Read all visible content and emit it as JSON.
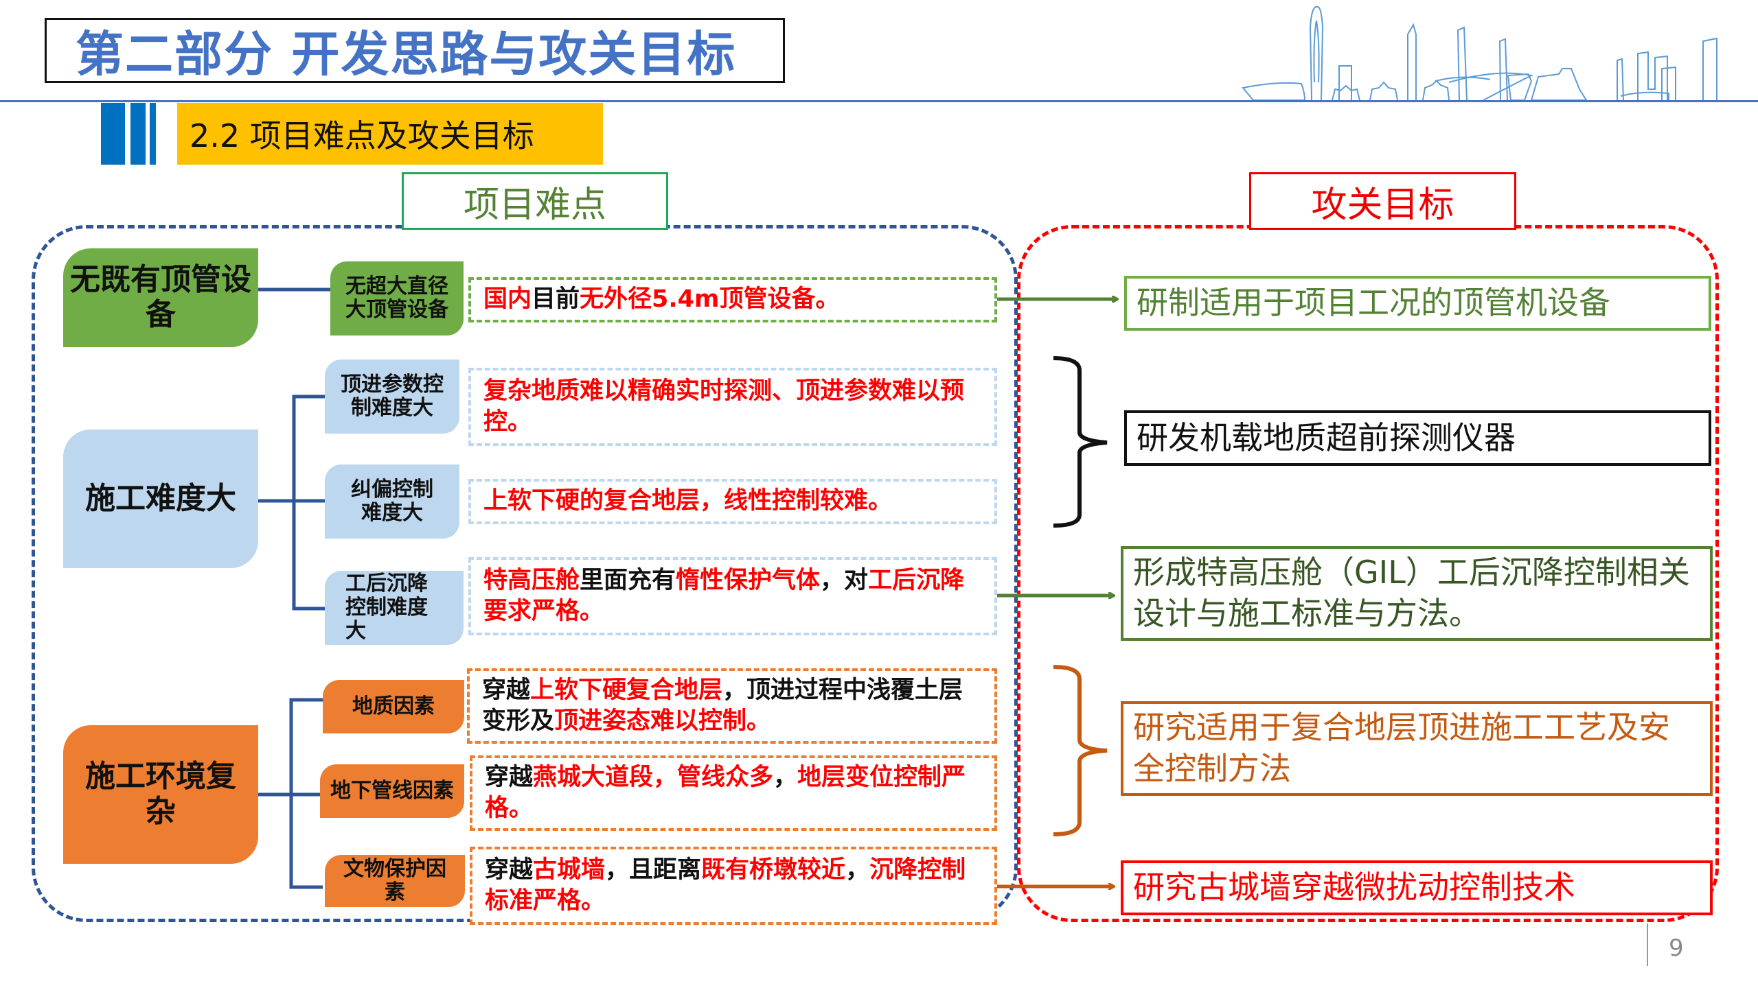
{
  "header": {
    "title": "第二部分 开发思路与攻关目标",
    "subtitle": "2.2 项目难点及攻关目标"
  },
  "sections": {
    "difficulties_label": "项目难点",
    "goals_label": "攻关目标"
  },
  "difficulties": [
    {
      "name": "无既有顶管设备",
      "color": "#70AD47",
      "items": [
        {
          "label": "无超大直径大顶管设备",
          "segments": [
            {
              "text": "国内",
              "color": "red"
            },
            {
              "text": "目前",
              "color": "black"
            },
            {
              "text": "无外径5.4m顶管设备。",
              "color": "red"
            }
          ]
        }
      ]
    },
    {
      "name": "施工难度大",
      "color": "#BDD7EE",
      "items": [
        {
          "label": "顶进参数控制难度大",
          "segments": [
            {
              "text": "复杂地质难以精确实时探测、顶进参数难以预控。",
              "color": "red"
            }
          ]
        },
        {
          "label": "纠偏控制难度大",
          "segments": [
            {
              "text": "上软下硬的复合地层，线性控制较难。",
              "color": "red"
            }
          ]
        },
        {
          "label": "工后沉降控制难度大",
          "segments": [
            {
              "text": "特高压舱",
              "color": "red"
            },
            {
              "text": "里面充有",
              "color": "black"
            },
            {
              "text": "惰性保护气体",
              "color": "red"
            },
            {
              "text": "，对",
              "color": "black"
            },
            {
              "text": "工后沉降要求严格。",
              "color": "red"
            }
          ]
        }
      ]
    },
    {
      "name": "施工环境复杂",
      "color": "#ED7D31",
      "items": [
        {
          "label": "地质因素",
          "segments": [
            {
              "text": "穿越",
              "color": "black"
            },
            {
              "text": "上软下硬复合地层",
              "color": "red"
            },
            {
              "text": "，顶进过程中浅覆土层变形及",
              "color": "black"
            },
            {
              "text": "顶进姿态难以控制。",
              "color": "red"
            }
          ]
        },
        {
          "label": "地下管线因素",
          "segments": [
            {
              "text": "穿越",
              "color": "black"
            },
            {
              "text": "燕城大道段，管线众多",
              "color": "red"
            },
            {
              "text": "，",
              "color": "black"
            },
            {
              "text": "地层变位控制严格。",
              "color": "red"
            }
          ]
        },
        {
          "label": "文物保护因素",
          "segments": [
            {
              "text": "穿越",
              "color": "black"
            },
            {
              "text": "古城墙",
              "color": "red"
            },
            {
              "text": "，且距离",
              "color": "black"
            },
            {
              "text": "既有桥墩较近",
              "color": "red"
            },
            {
              "text": "，",
              "color": "black"
            },
            {
              "text": "沉降控制标准严格。",
              "color": "red"
            }
          ]
        }
      ]
    }
  ],
  "goals": [
    {
      "text": "研制适用于项目工况的顶管机设备",
      "color": "#548235"
    },
    {
      "text": "研发机载地质超前探测仪器",
      "color": "#111111"
    },
    {
      "text": "形成特高压舱（GIL）工后沉降控制相关设计与施工标准与方法。",
      "color": "#375623"
    },
    {
      "text": "研究适用于复合地层顶进施工工艺及安全控制方法",
      "color": "#C55A11"
    },
    {
      "text": "研究古城墙穿越微扰动控制技术",
      "color": "#FF0000"
    }
  ],
  "footer": {
    "page_number": "9"
  },
  "colors": {
    "title_blue": "#4472C4",
    "accent_yellow": "#FFC000",
    "bar_blue": "#0070C0",
    "connector_blue": "#2F5597",
    "red": "#FF0000",
    "green": "#70AD47",
    "orange": "#ED7D31"
  }
}
